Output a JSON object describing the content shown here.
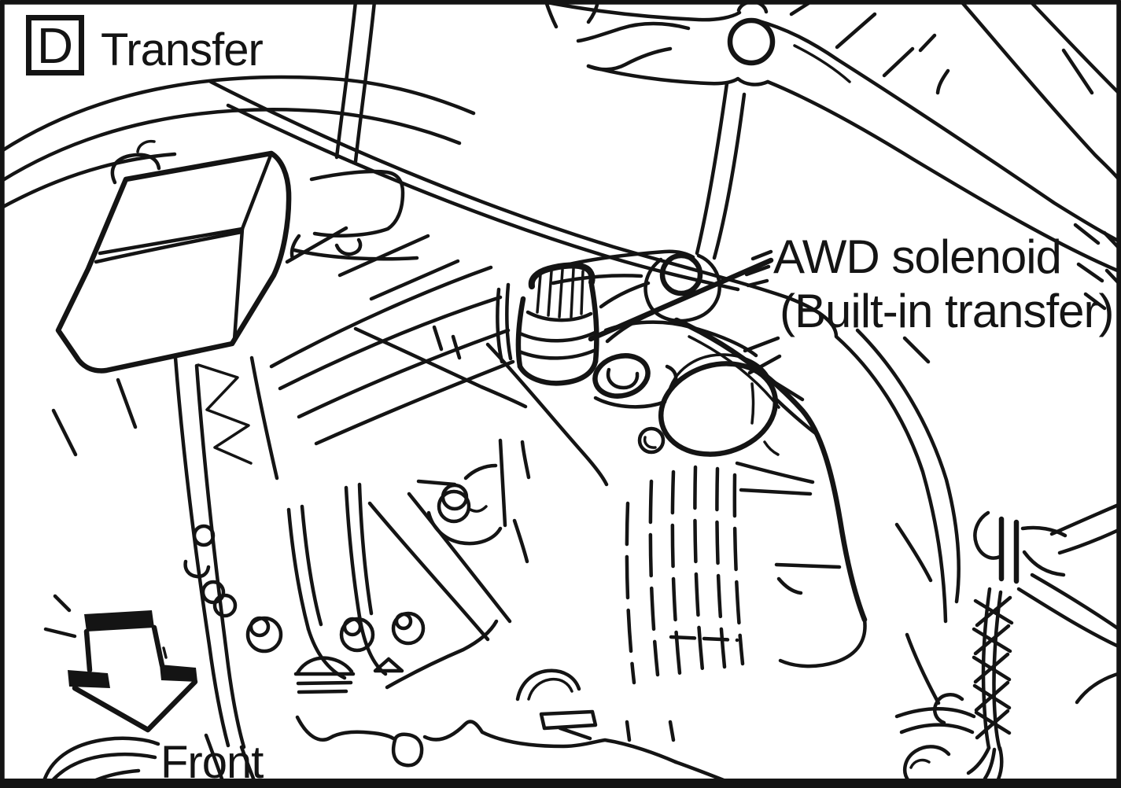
{
  "page": {
    "background": "#ffffff",
    "ink": "#141414",
    "description": "Service manual line illustration of a transfer case under-vehicle view"
  },
  "header": {
    "index_letter": "D",
    "title": "Transfer"
  },
  "callout": {
    "line1": "AWD solenoid",
    "line2": "(Built-in transfer)"
  },
  "orientation": {
    "front_label": "Front"
  },
  "figure": {
    "type": "technical-line-illustration",
    "alt": "AWD solenoid located on the built-in transfer case, viewed from under the vehicle, with a front direction arrow",
    "icons": [
      "boxed-index-icon",
      "front-arrow-icon"
    ]
  }
}
